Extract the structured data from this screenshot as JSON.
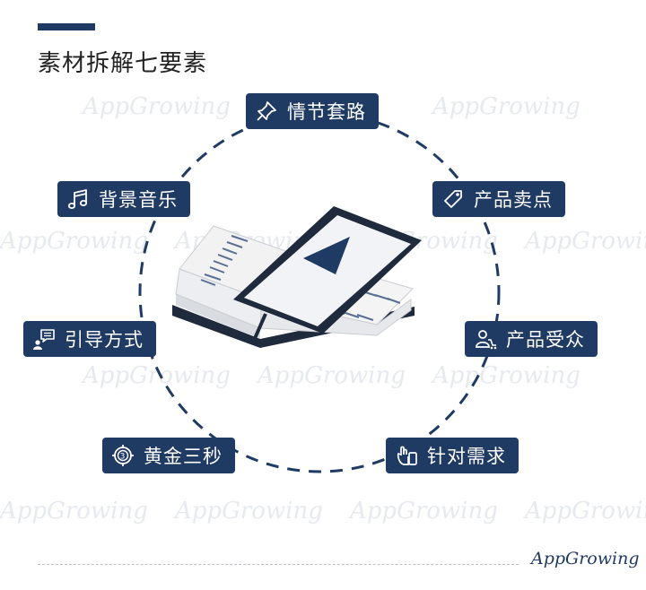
{
  "title": "素材拆解七要素",
  "watermark_text": "AppGrowing",
  "brand": "AppGrowing",
  "colors": {
    "primary": "#1f3a63",
    "ring": "#1f3a63",
    "watermark": "#e6e9ee"
  },
  "elements": [
    {
      "label": "情节套路",
      "icon": "pin-icon"
    },
    {
      "label": "产品卖点",
      "icon": "price-tag-icon"
    },
    {
      "label": "产品受众",
      "icon": "audience-icon"
    },
    {
      "label": "针对需求",
      "icon": "hand-gesture-icon"
    },
    {
      "label": "黄金三秒",
      "icon": "target-3-icon"
    },
    {
      "label": "引导方式",
      "icon": "speech-guide-icon"
    },
    {
      "label": "背景音乐",
      "icon": "music-note-icon"
    }
  ]
}
